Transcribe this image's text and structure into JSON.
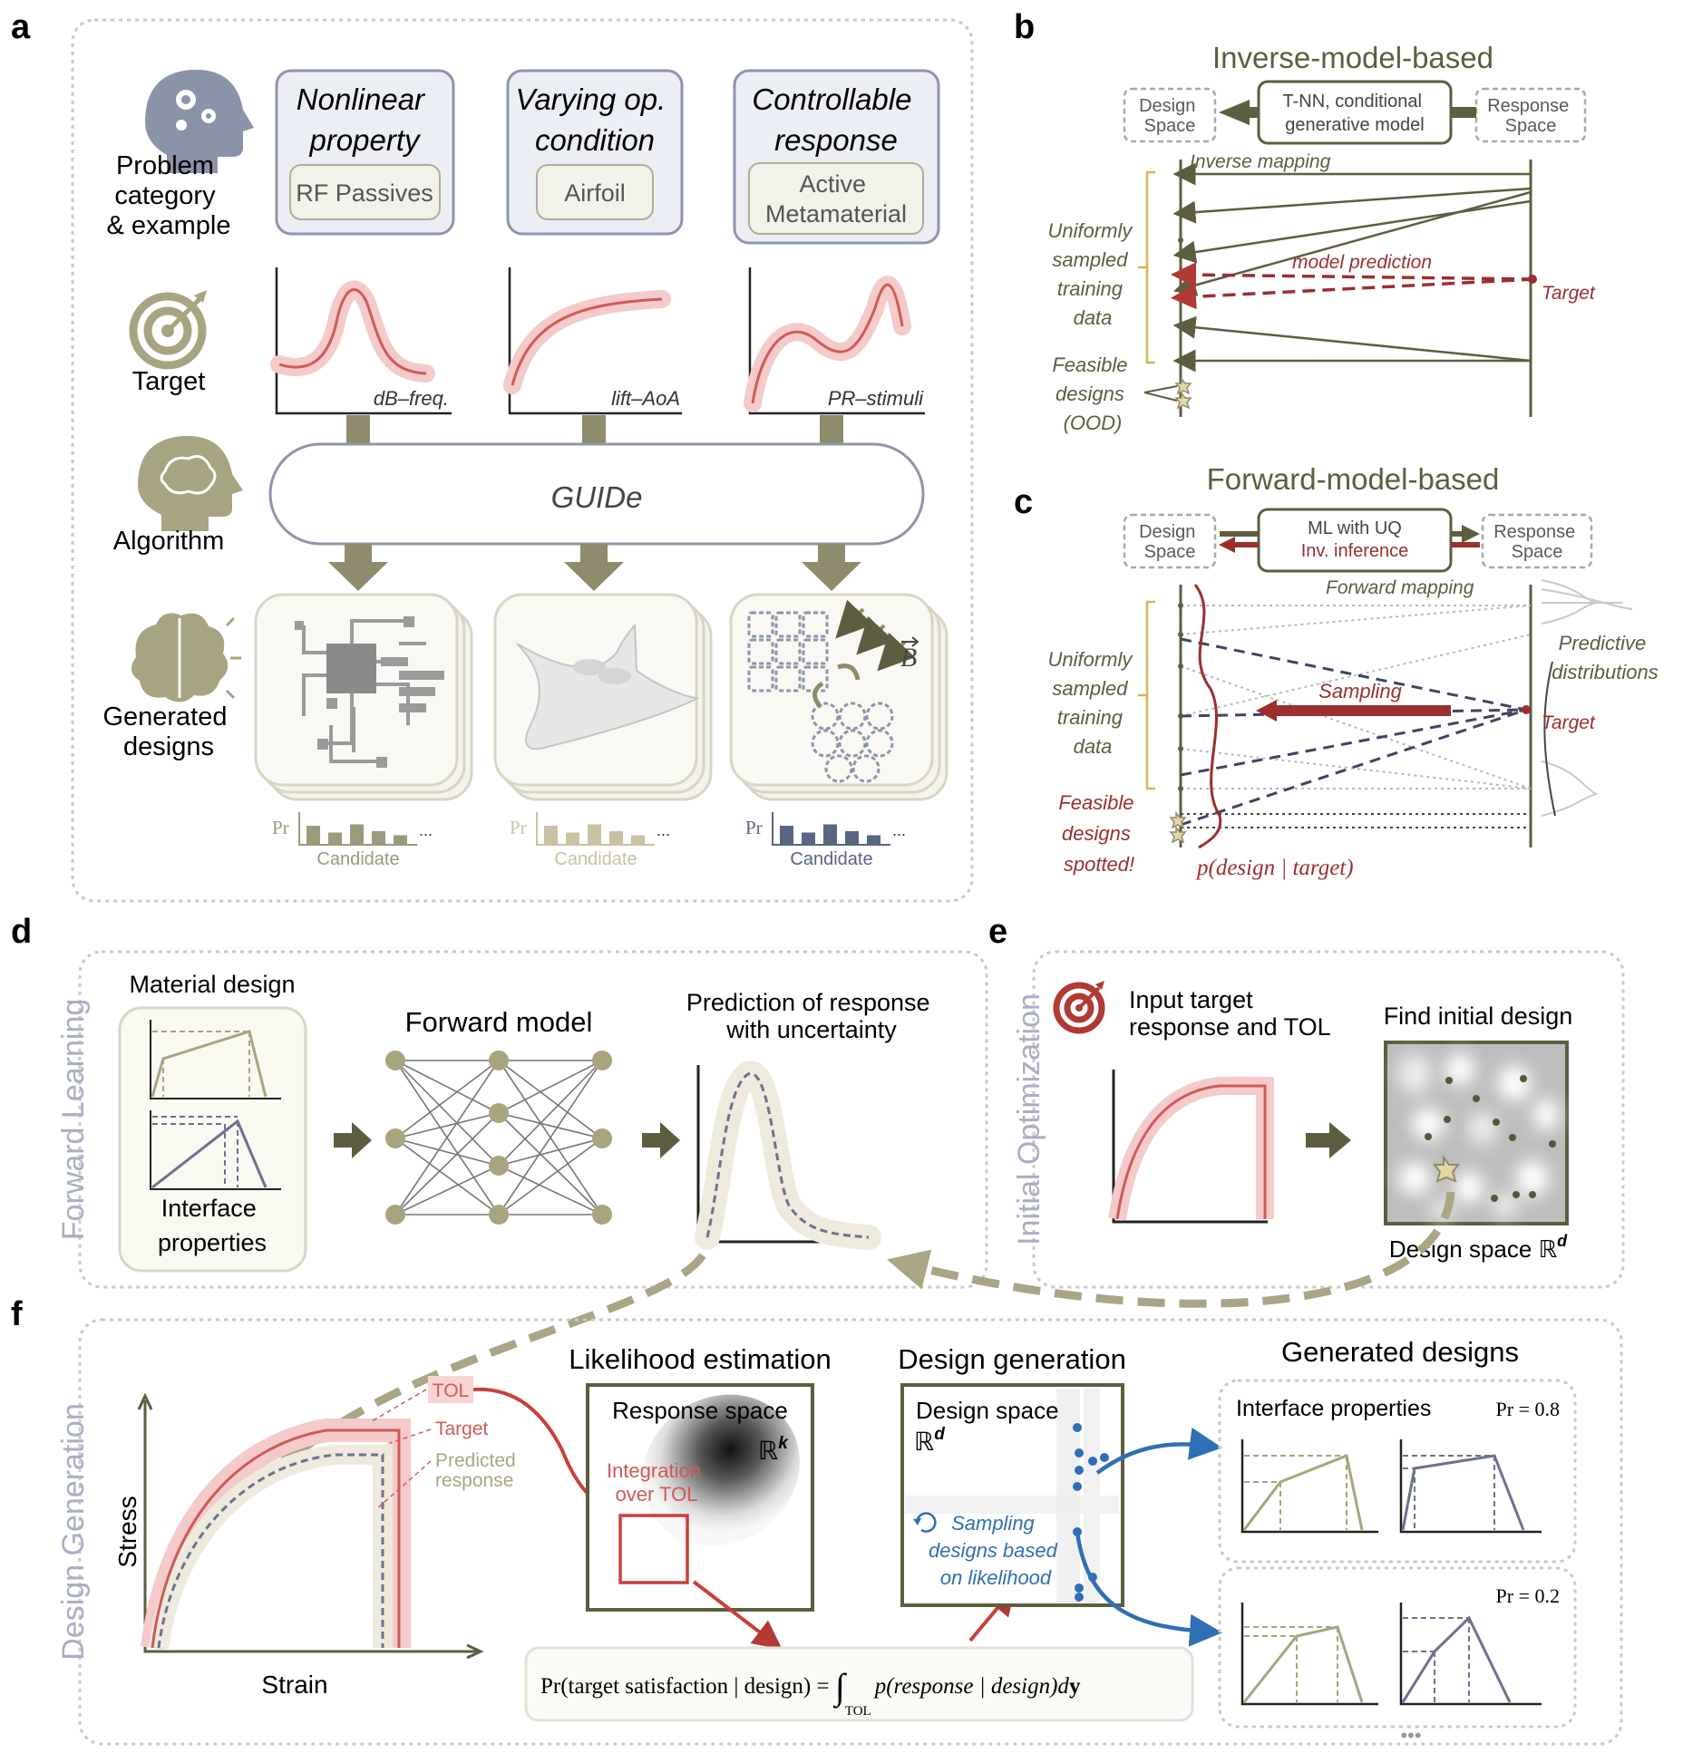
{
  "panel_letters": {
    "a": "a",
    "b": "b",
    "c": "c",
    "d": "d",
    "e": "e",
    "f": "f"
  },
  "panel_a": {
    "row_labels": {
      "problem": [
        "Problem",
        "category",
        "& example"
      ],
      "target": "Target",
      "algorithm": "Algorithm",
      "generated": [
        "Generated",
        "designs"
      ]
    },
    "categories": [
      {
        "title": [
          "Nonlinear",
          "property"
        ],
        "example": [
          "RF Passives"
        ]
      },
      {
        "title": [
          "Varying op.",
          "condition"
        ],
        "example": [
          "Airfoil"
        ]
      },
      {
        "title": [
          "Controllable",
          "response"
        ],
        "example": [
          "Active",
          "Metamaterial"
        ]
      }
    ],
    "target_axes": [
      "dB–freq.",
      "lift–AoA",
      "PR–stimuli"
    ],
    "algorithm_name": "GUIDe",
    "field_symbol": "B",
    "candidate_labels": {
      "axis": "Pr",
      "name": "Candidate",
      "ellipsis": "..."
    },
    "candidate_colors": [
      "#9b9a7c",
      "#c8c2a2",
      "#5a6582"
    ]
  },
  "panel_b": {
    "title": "Inverse-model-based",
    "design_space": [
      "Design",
      "Space"
    ],
    "response_space": [
      "Response",
      "Space"
    ],
    "model": [
      "T-NN, conditional",
      "generative model"
    ],
    "mapping": "Inverse mapping",
    "training_data": [
      "Uniformly",
      "sampled",
      "training",
      "data"
    ],
    "prediction": "model prediction",
    "target": "Target",
    "feasible": [
      "Feasible",
      "designs",
      "(OOD)"
    ]
  },
  "panel_c": {
    "title": "Forward-model-based",
    "design_space": [
      "Design",
      "Space"
    ],
    "response_space": [
      "Response",
      "Space"
    ],
    "model": [
      "ML with UQ",
      "Inv. inference"
    ],
    "mapping": "Forward mapping",
    "predictive": [
      "Predictive",
      "distributions"
    ],
    "training_data": [
      "Uniformly",
      "sampled",
      "training",
      "data"
    ],
    "sampling": "Sampling",
    "target": "Target",
    "feasible": [
      "Feasible",
      "designs",
      "spotted!"
    ],
    "posterior": "p(design | target)"
  },
  "panel_d": {
    "side_label": "Forward Learning",
    "material_design": "Material design",
    "interface": [
      "Interface",
      "properties"
    ],
    "forward_model": "Forward model",
    "prediction": [
      "Prediction of response",
      "with uncertainty"
    ]
  },
  "panel_e": {
    "side_label": "Initial Optimization",
    "input_target": [
      "Input target",
      "response and TOL"
    ],
    "find_initial": "Find initial design",
    "design_space": "Design space ℝ",
    "design_space_sup": "d"
  },
  "panel_f": {
    "side_label": "Design Generation",
    "tol": "TOL",
    "target": "Target",
    "predicted": [
      "Predicted",
      "response"
    ],
    "stress": "Stress",
    "strain": "Strain",
    "likelihood_title": "Likelihood estimation",
    "response_space": "Response space",
    "rk": "ℝ",
    "rk_sup": "k",
    "integration": [
      "Integration",
      "over TOL"
    ],
    "design_gen_title": "Design generation",
    "design_space": "Design space",
    "rd": "ℝ",
    "rd_sup": "d",
    "sampling": [
      "Sampling",
      "designs based",
      "on likelihood"
    ],
    "generated_title": "Generated designs",
    "interface_props": "Interface properties",
    "pr_values": [
      "Pr = 0.8",
      "Pr = 0.2"
    ],
    "formula_lhs": "Pr(target satisfaction | design) = ",
    "formula_rhs": "p(response | design)d",
    "formula_y": "y",
    "formula_sub": "TOL",
    "ellipsis": "•••"
  }
}
